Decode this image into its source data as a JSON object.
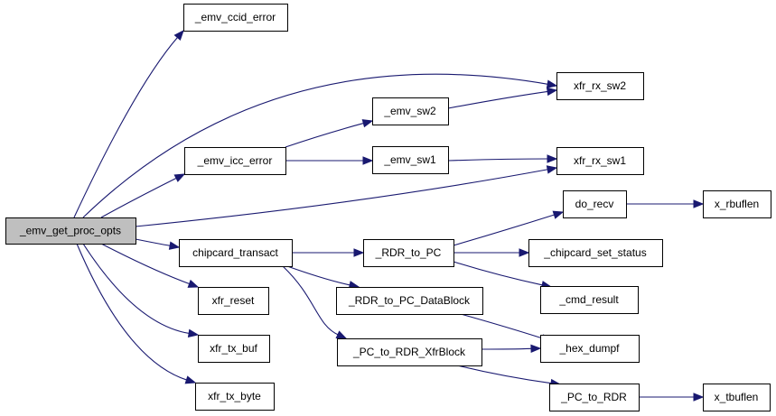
{
  "nodes": [
    {
      "id": "emv_get_proc_opts",
      "label": "_emv_get_proc_opts",
      "root": true
    },
    {
      "id": "emv_ccid_error",
      "label": "_emv_ccid_error"
    },
    {
      "id": "emv_icc_error",
      "label": "_emv_icc_error"
    },
    {
      "id": "xfr_rx_sw2",
      "label": "xfr_rx_sw2"
    },
    {
      "id": "emv_sw2",
      "label": "_emv_sw2"
    },
    {
      "id": "emv_sw1",
      "label": "_emv_sw1"
    },
    {
      "id": "xfr_rx_sw1",
      "label": "xfr_rx_sw1"
    },
    {
      "id": "do_recv",
      "label": "do_recv"
    },
    {
      "id": "x_rbuflen",
      "label": "x_rbuflen"
    },
    {
      "id": "chipcard_transact",
      "label": "chipcard_transact"
    },
    {
      "id": "RDR_to_PC",
      "label": "_RDR_to_PC"
    },
    {
      "id": "chipcard_set_status",
      "label": "_chipcard_set_status"
    },
    {
      "id": "RDR_to_PC_DataBlock",
      "label": "_RDR_to_PC_DataBlock"
    },
    {
      "id": "cmd_result",
      "label": "_cmd_result"
    },
    {
      "id": "xfr_reset",
      "label": "xfr_reset"
    },
    {
      "id": "hex_dumpf",
      "label": "_hex_dumpf"
    },
    {
      "id": "xfr_tx_buf",
      "label": "xfr_tx_buf"
    },
    {
      "id": "PC_to_RDR_XfrBlock",
      "label": "_PC_to_RDR_XfrBlock"
    },
    {
      "id": "xfr_tx_byte",
      "label": "xfr_tx_byte"
    },
    {
      "id": "PC_to_RDR",
      "label": "_PC_to_RDR"
    },
    {
      "id": "x_tbuflen",
      "label": "x_tbuflen"
    }
  ],
  "edges": [
    {
      "from": "emv_get_proc_opts",
      "to": "emv_ccid_error"
    },
    {
      "from": "emv_get_proc_opts",
      "to": "xfr_rx_sw2"
    },
    {
      "from": "emv_get_proc_opts",
      "to": "emv_icc_error"
    },
    {
      "from": "emv_get_proc_opts",
      "to": "xfr_rx_sw1"
    },
    {
      "from": "emv_get_proc_opts",
      "to": "chipcard_transact"
    },
    {
      "from": "emv_get_proc_opts",
      "to": "xfr_reset"
    },
    {
      "from": "emv_get_proc_opts",
      "to": "xfr_tx_buf"
    },
    {
      "from": "emv_get_proc_opts",
      "to": "xfr_tx_byte"
    },
    {
      "from": "emv_icc_error",
      "to": "emv_sw2"
    },
    {
      "from": "emv_icc_error",
      "to": "emv_sw1"
    },
    {
      "from": "emv_sw2",
      "to": "xfr_rx_sw2"
    },
    {
      "from": "emv_sw1",
      "to": "xfr_rx_sw1"
    },
    {
      "from": "chipcard_transact",
      "to": "RDR_to_PC"
    },
    {
      "from": "chipcard_transact",
      "to": "RDR_to_PC_DataBlock"
    },
    {
      "from": "chipcard_transact",
      "to": "PC_to_RDR_XfrBlock"
    },
    {
      "from": "RDR_to_PC",
      "to": "do_recv"
    },
    {
      "from": "RDR_to_PC",
      "to": "chipcard_set_status"
    },
    {
      "from": "RDR_to_PC",
      "to": "cmd_result"
    },
    {
      "from": "do_recv",
      "to": "x_rbuflen"
    },
    {
      "from": "RDR_to_PC_DataBlock",
      "to": "hex_dumpf"
    },
    {
      "from": "PC_to_RDR_XfrBlock",
      "to": "hex_dumpf"
    },
    {
      "from": "PC_to_RDR_XfrBlock",
      "to": "PC_to_RDR"
    },
    {
      "from": "PC_to_RDR",
      "to": "x_tbuflen"
    }
  ],
  "colors": {
    "edge": "#191970",
    "root_fill": "#bfbfbf",
    "node_fill": "#ffffff",
    "node_stroke": "#000000"
  }
}
